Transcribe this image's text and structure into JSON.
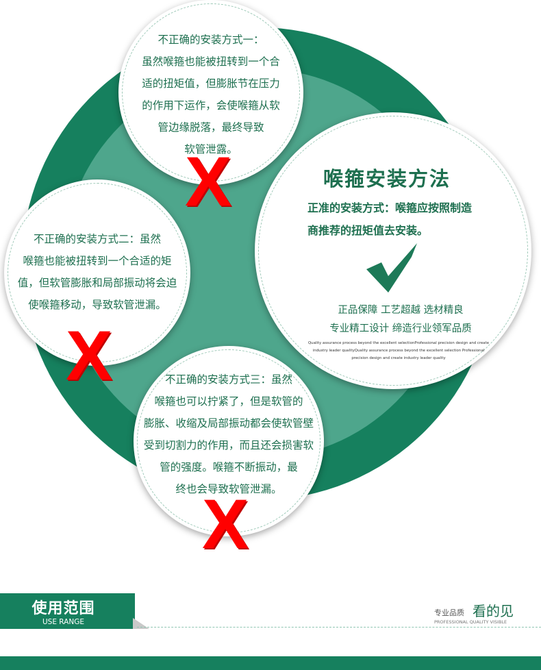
{
  "colors": {
    "dark_green": "#16805e",
    "light_green": "#4ea68c",
    "text_green": "#1d6f4f",
    "cross_red": "#ff0000"
  },
  "incorrect_methods": [
    {
      "text": "不正确的安装方式一：\n虽然喉箍也能被扭转到一个合\n适的扭矩值，但膨胀节在压力\n的作用下运作，会使喉箍从软\n管边缘脱落，最终导致\n软管泄露。",
      "mark": "X"
    },
    {
      "text": "不正确的安装方式二：虽然\n喉箍也能被扭转到一个合适的矩\n值，但软管膨胀和局部振动将会迫\n使喉箍移动，导致软管泄漏。",
      "mark": "X"
    },
    {
      "text": "不正确的安装方式三：虽然\n喉箍也可以拧紧了，但是软管的\n膨胀、收缩及局部振动都会使软管壁\n受到切割力的作用，而且还会损害软\n管的强度。喉箍不断振动，最\n终也会导致软管泄漏。",
      "mark": "X"
    }
  ],
  "correct_method": {
    "title": "喉箍安装方法",
    "description": "正准的安装方式：喉箍应按照制造\n商推荐的扭矩值去安装。",
    "features": "正品保障  工艺超越  选材精良\n专业精工设计  缔造行业领军品质",
    "fine_print": "Quality assurance process beyond the excellent selectionProfessional precision design and create industry leader qualityQuality assurance process beyond the excellent selection Professional precision design and create industry leader quality"
  },
  "section": {
    "title": "使用范围",
    "subtitle": "USE RANGE"
  },
  "slogan": {
    "small": "专业品质",
    "big": "看的见",
    "sub": "PROFESSIONAL QUALITY VISIBLE"
  },
  "icons": {
    "wrong": "red-x-icon",
    "right": "green-check-icon"
  }
}
